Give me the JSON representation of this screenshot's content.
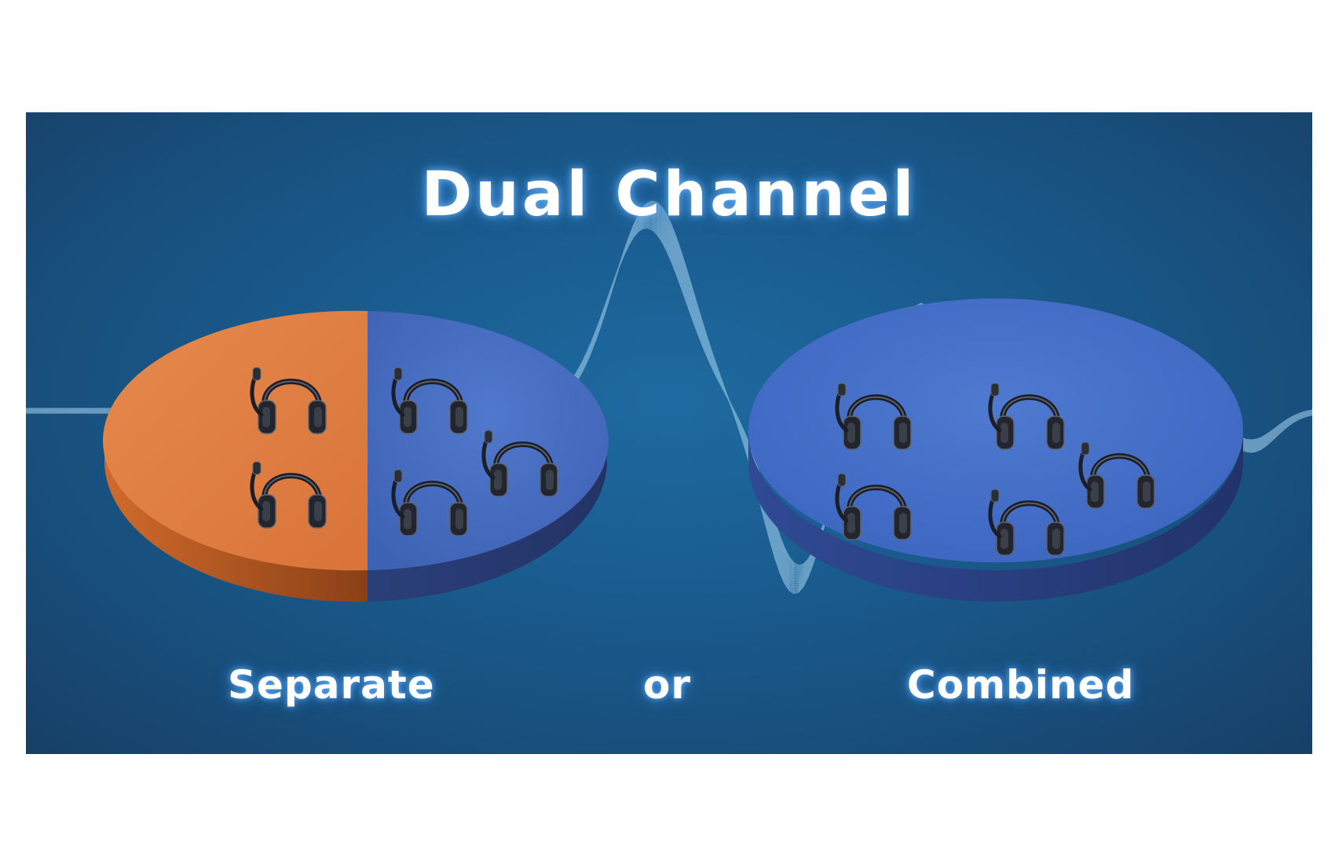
{
  "title": "Dual Channel",
  "labels": {
    "separate": "Separate",
    "or": "or",
    "combined": "Combined"
  },
  "icons": [
    "headset-icon"
  ],
  "colors": {
    "background": "#1a5d91",
    "orange_segment": "#e07a3c",
    "blue_segment": "#4a72c8",
    "wave": "#9fd0f0"
  }
}
